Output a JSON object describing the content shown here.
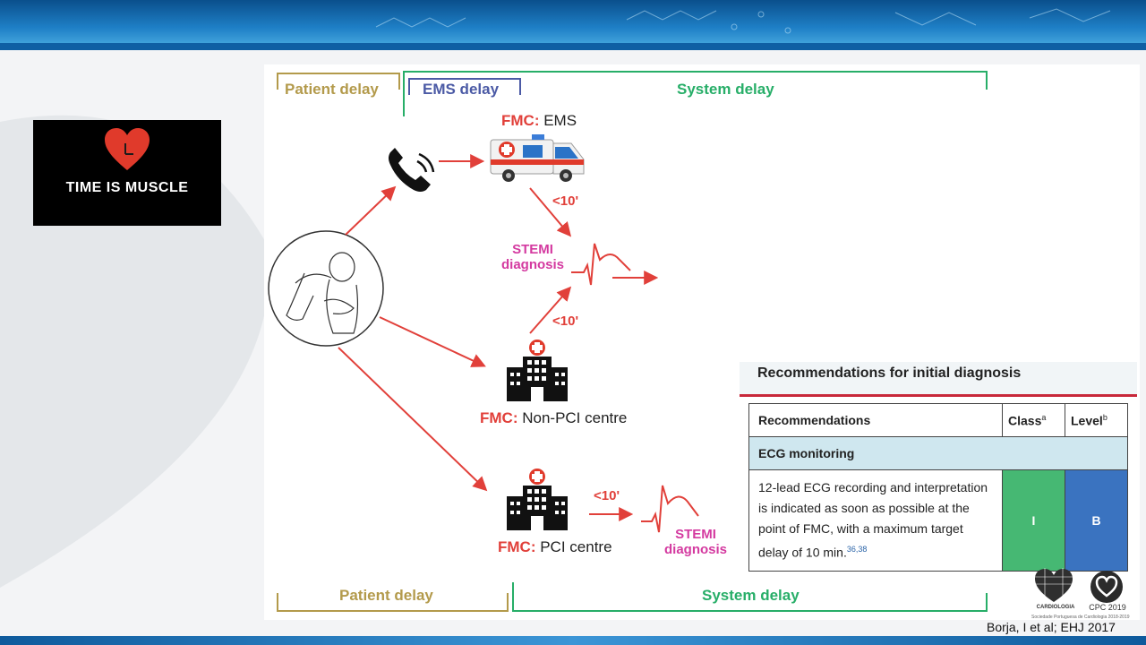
{
  "badge": {
    "text": "TIME IS MUSCLE"
  },
  "delays_top": {
    "patient": "Patient delay",
    "ems": "EMS delay",
    "system": "System delay"
  },
  "delays_bottom": {
    "patient": "Patient delay",
    "system": "System delay"
  },
  "nodes": {
    "ems": {
      "prefix": "FMC:",
      "label": "EMS"
    },
    "non_pci": {
      "prefix": "FMC:",
      "label": "Non-PCI centre"
    },
    "pci": {
      "prefix": "FMC:",
      "label": "PCI centre"
    }
  },
  "times": {
    "ems": "<10'",
    "non_pci": "<10'",
    "pci": "<10'"
  },
  "stemi": {
    "line1": "STEMI",
    "line2": "diagnosis"
  },
  "recommendations": {
    "title": "Recommendations for initial diagnosis",
    "col_rec": "Recommendations",
    "col_class": "Class",
    "col_class_sup": "a",
    "col_level": "Level",
    "col_level_sup": "b",
    "section": "ECG monitoring",
    "text": "12-lead ECG recording and interpretation is indicated as soon as possible at the point of FMC, with a maximum target delay of 10 min.",
    "refs": "36,38",
    "class_value": "I",
    "level_value": "B"
  },
  "logos": {
    "spc_text": "CARDIOLOGIA",
    "cpc_text": "CPC 2019",
    "footnote": "Sociedade Portuguesa de Cardiologia 2018-2019"
  },
  "citation": "Borja, I et al; EHJ 2017",
  "colors": {
    "arrow": "#e1403a",
    "stemi": "#d43aa0",
    "patient": "#b39a4b",
    "ems": "#4b5aa5",
    "system": "#27ae68",
    "class_bg": "#46b873",
    "level_bg": "#3a73c0"
  }
}
